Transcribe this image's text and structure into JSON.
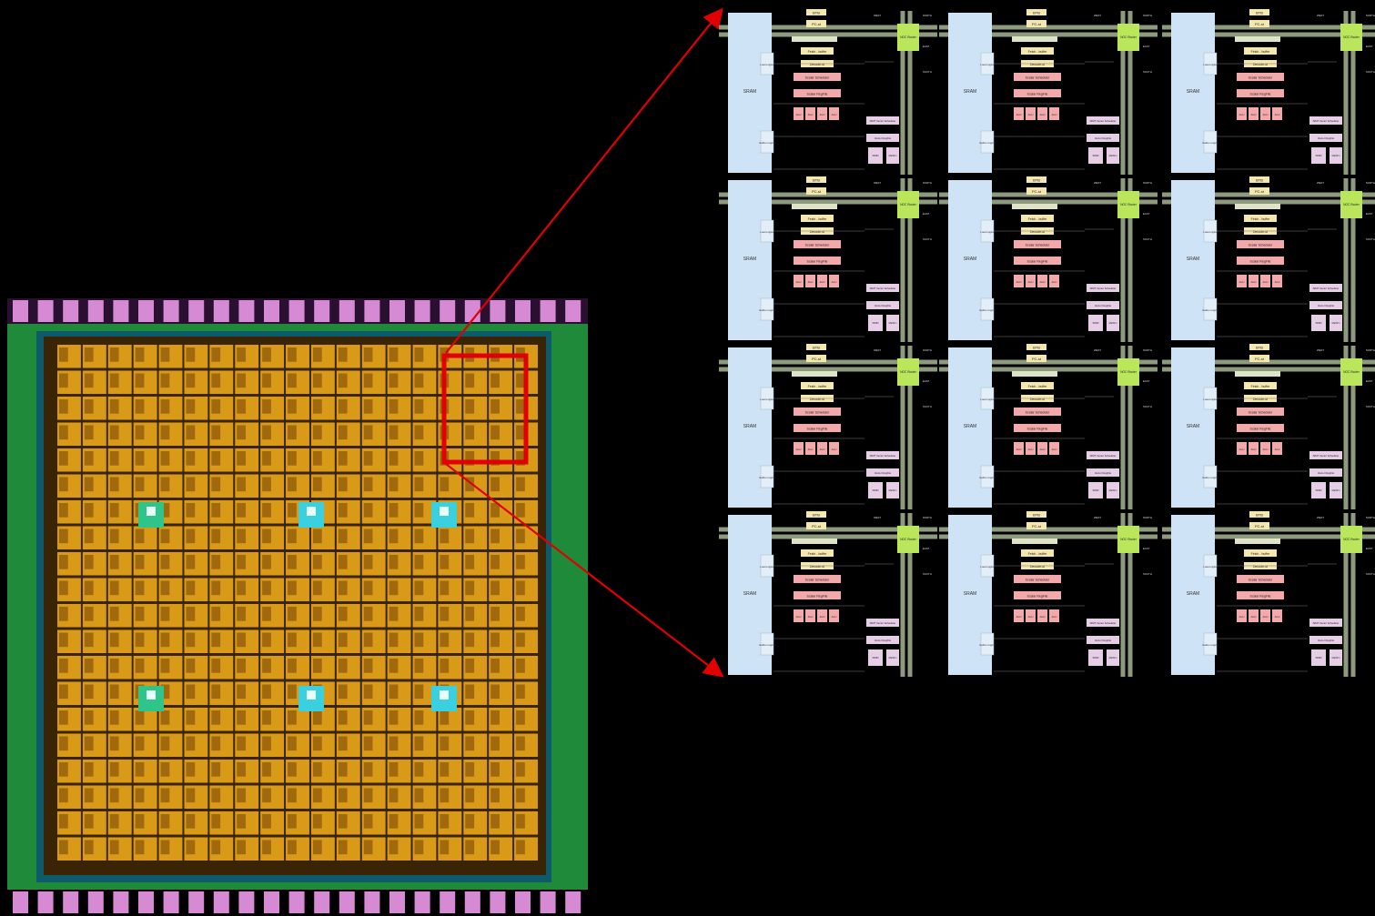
{
  "colors": {
    "background": "#000000",
    "die_core": "#d99a18",
    "die_core_dark": "#7a4a06",
    "die_ring": "#1f8a3a",
    "io_pad": "#d58ad3",
    "highlight_box": "#e00000",
    "zoom_arrow": "#e00000",
    "sram_block": "#cfe3f7",
    "router_block": "#b9e65a",
    "pipeline_block": "#f3a9a9",
    "misc_block": "#f4e7b0",
    "vector_block": "#e6cfe6",
    "bus_line": "#8d9a7b",
    "special_tile_green": "#2ec48a",
    "special_tile_cyan": "#3ad0e0"
  },
  "tile": {
    "top_tag": "BTB",
    "pc_label": "PC-st",
    "fetch_label": "Fetch - buffer",
    "decode_label": "Decode-st",
    "scalar_sched_label": "Scalar Scheduler",
    "scalar_regfile_label": "Scalar RegFile",
    "alu_labels": [
      "ALU",
      "ALU",
      "ALU",
      "ALU"
    ],
    "sram_label": "SRAM",
    "load_engine_label": "Load engine",
    "gather_engine_label": "Gather engine",
    "noc_label": "NOC Router",
    "north_label": "NORTH",
    "south_label": "SOUTH",
    "west_label": "WEST",
    "east_label": "EAST",
    "vector_sched_label": "SIMT Vector Scheduler",
    "vector_regfile_label": "Vector RegFile",
    "simd_label": "SIMD",
    "vector_extra_label": "MathFn"
  },
  "tile_grid": {
    "rows": 4,
    "cols": 3
  },
  "die": {
    "core_rows": 20,
    "core_cols": 19
  }
}
